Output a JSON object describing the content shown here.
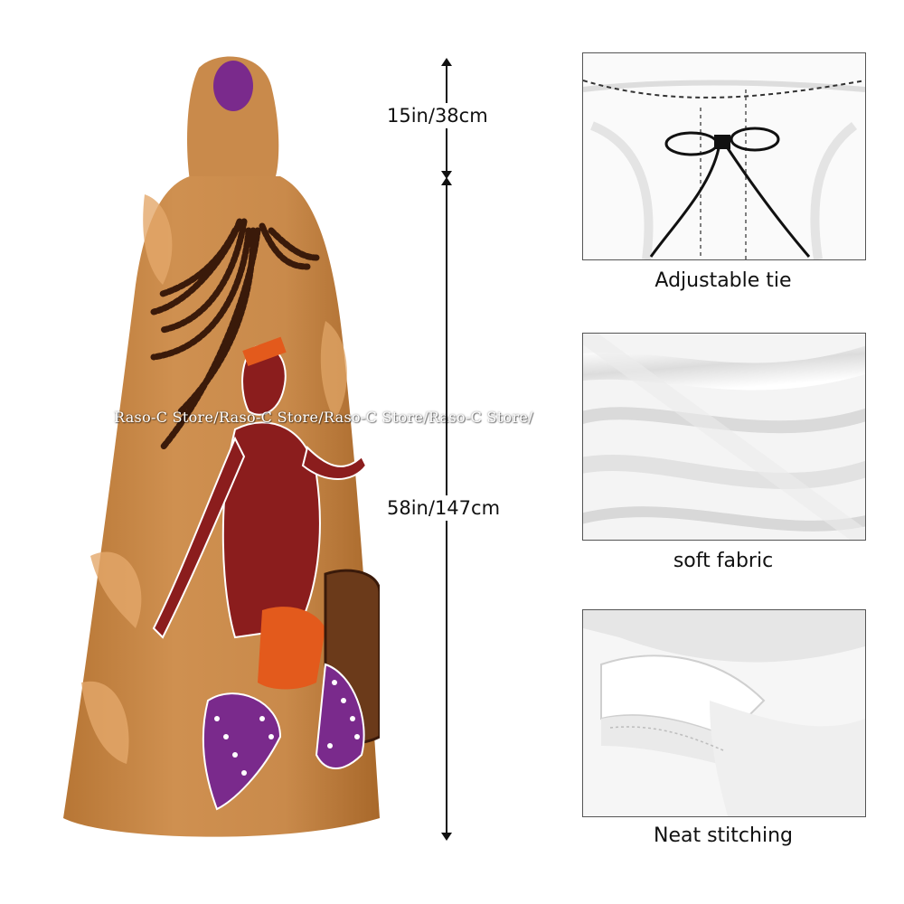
{
  "dimensions": {
    "hood_height": "15in/38cm",
    "cloak_length": "58in/147cm"
  },
  "watermark": "Raso-C Store/Raso-C Store/Raso-C Store/Raso-C Store/",
  "details": [
    {
      "caption": "Adjustable tie"
    },
    {
      "caption": "soft fabric"
    },
    {
      "caption": "Neat stitching"
    }
  ],
  "colors": {
    "cloak_base": "#c98a4b",
    "cloak_light": "#e3a86a",
    "dancer_red": "#8b1d1d",
    "purple": "#7a2a8c",
    "orange": "#e35a1c"
  }
}
